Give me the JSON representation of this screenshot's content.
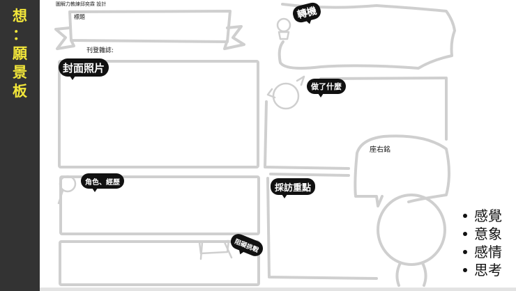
{
  "sidebar": {
    "title_chars": [
      "想",
      "：",
      "願",
      "景",
      "板"
    ],
    "bg_color": "#333333",
    "text_color": "#f2e63a"
  },
  "header": {
    "credit": "圖解力教練邱奕霖 設計"
  },
  "sections": {
    "title_label": "標題",
    "magazine_label": "刊登雜誌:",
    "cover_photo": "封面照片",
    "turning_point": "轉機",
    "what_did": "做了什麼",
    "motto": "座右銘",
    "role_experience": "角色、經歷",
    "obstacle_challenge": "阻礙挑戰",
    "interview_points": "採訪重點"
  },
  "bullets": [
    {
      "label": "感覺"
    },
    {
      "label": "意象"
    },
    {
      "label": "感情"
    },
    {
      "label": "思考"
    }
  ],
  "icons": [
    "lightbulb-icon",
    "character-face-icon",
    "magnifier-icon",
    "barrier-icon",
    "person-silhouette-icon"
  ],
  "colors": {
    "sketch_line": "#cfcfcf",
    "bubble": "#111111",
    "bottom_bar": "#e3e3e3"
  }
}
